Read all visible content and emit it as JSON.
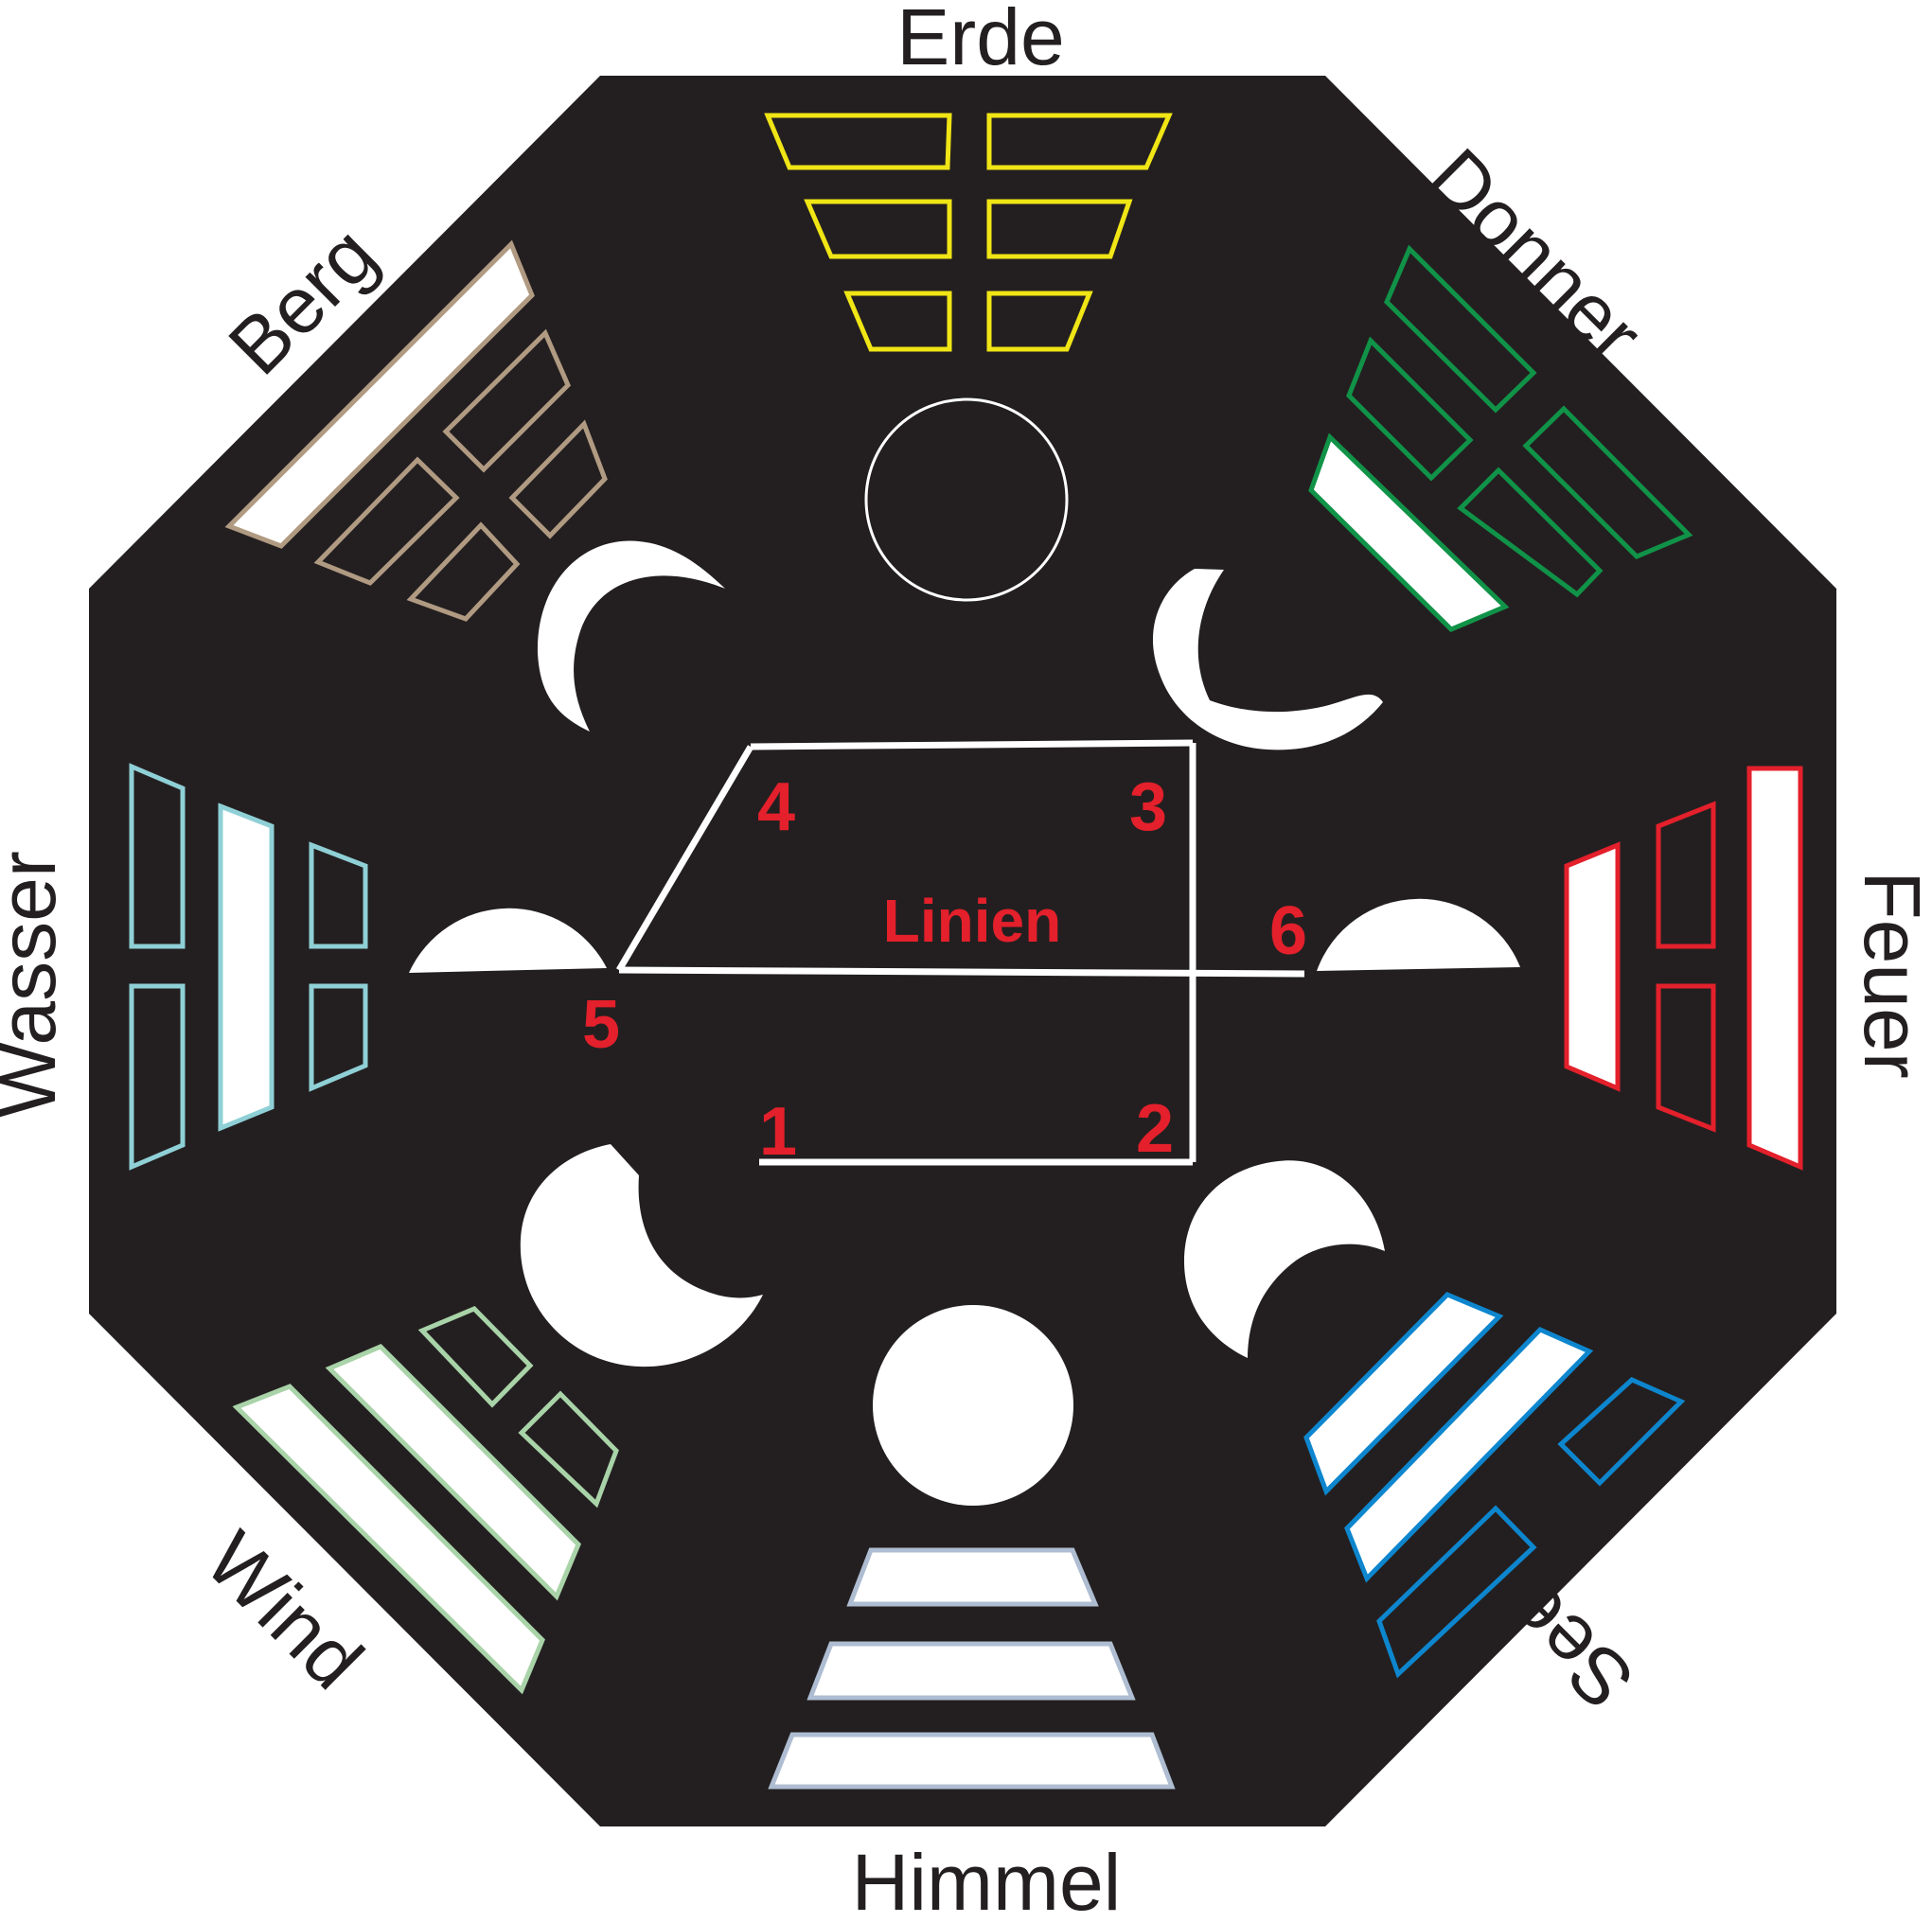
{
  "trigrams": {
    "earth": {
      "label": "Erde",
      "color": "#f0e515",
      "filled": [
        false,
        false,
        false
      ]
    },
    "thunder": {
      "label": "Donner",
      "color": "#109348",
      "filled": [
        true,
        false,
        false
      ]
    },
    "fire": {
      "label": "Feuer",
      "color": "#e3202b",
      "filled": [
        true,
        false,
        true
      ]
    },
    "lake": {
      "label": "See",
      "color": "#0d86ce",
      "filled": [
        true,
        true,
        false
      ]
    },
    "heaven": {
      "label": "Himmel",
      "color": "#aebdd1",
      "filled": [
        true,
        true,
        true
      ]
    },
    "wind": {
      "label": "Wind",
      "color": "#a9d3a8",
      "filled": [
        false,
        true,
        true
      ]
    },
    "water": {
      "label": "Wasser",
      "color": "#8fd0d6",
      "filled": [
        false,
        true,
        false
      ]
    },
    "mountain": {
      "label": "Berg",
      "color": "#b09a82",
      "filled": [
        true,
        false,
        false
      ]
    }
  },
  "center": {
    "label": "Linien",
    "markers": [
      "1",
      "2",
      "3",
      "4",
      "5",
      "6"
    ]
  },
  "colors": {
    "octagon": "#231f20",
    "moon": "#ffffff",
    "center_text": "#e3202b"
  }
}
